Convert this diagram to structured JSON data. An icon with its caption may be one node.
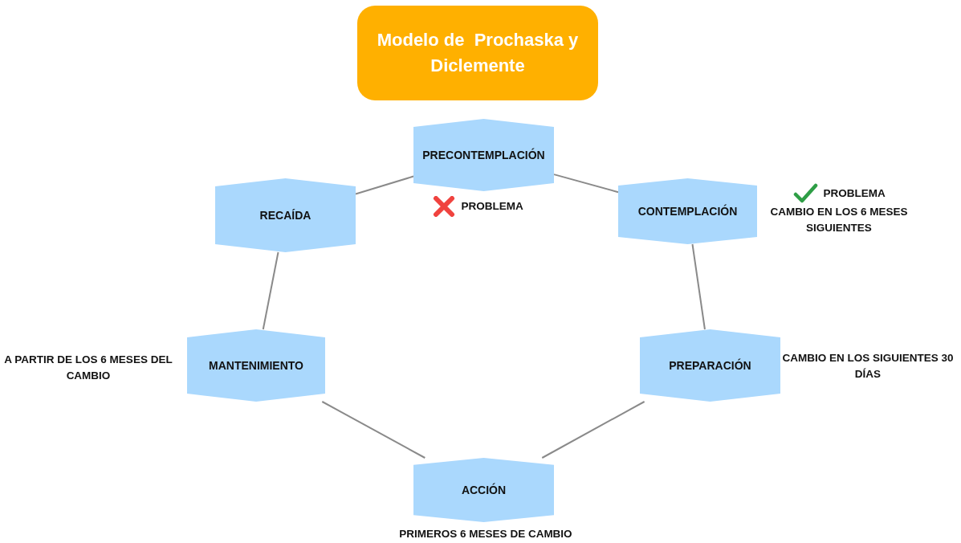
{
  "diagram": {
    "title": "Modelo de  Prochaska y Diclemente",
    "nodes": [
      {
        "text": [
          "PRECONTEMPLACIÓN"
        ],
        "beside": [
          "PROBLEMA"
        ]
      },
      {
        "text": [
          "CONTEMPLACIÓN"
        ],
        "beside": [
          "PROBLEMA",
          "CAMBIO EN LOS 6 MESES SIGUIENTES"
        ]
      },
      {
        "text": [
          "PREPARACIÓN"
        ],
        "beside": [
          "CAMBIO EN LOS SIGUIENTES 30 DÍAS"
        ]
      },
      {
        "text": [
          "ACCIÓN"
        ],
        "beside": [
          "PRIMEROS 6 MESES DE CAMBIO"
        ]
      },
      {
        "text": [
          "MANTENIMIENTO"
        ],
        "beside": [
          "A PARTIR DE LOS 6 MESES DEL CAMBIO"
        ]
      },
      {
        "text": [
          "RECAÍDA"
        ]
      }
    ],
    "edges": [
      {
        "from": 0,
        "to": 1,
        "arrow": "none"
      },
      {
        "from": 1,
        "to": 2,
        "arrow": "none"
      },
      {
        "from": 2,
        "to": 3,
        "arrow": "none"
      },
      {
        "from": 3,
        "to": 4,
        "arrow": "none"
      },
      {
        "from": 4,
        "to": 5,
        "arrow": "none"
      },
      {
        "from": 5,
        "to": 0,
        "arrow": "none"
      }
    ]
  }
}
